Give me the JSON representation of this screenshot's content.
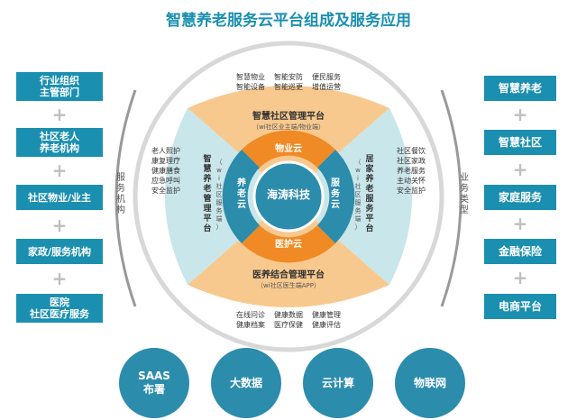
{
  "title": "智慧养老服务云平台组成及服务应用",
  "left_boxes": [
    {
      "label": "行业组织\n主管部门"
    },
    {
      "label": "社区老人\n养老机构"
    },
    {
      "label": "社区物业/业主"
    },
    {
      "label": "家政/服务机构"
    },
    {
      "label": "医院\n社区医疗服务"
    }
  ],
  "right_boxes": [
    {
      "label": "智慧养老"
    },
    {
      "label": "智慧社区"
    },
    {
      "label": "家庭服务"
    },
    {
      "label": "金融保险"
    },
    {
      "label": "电商平台"
    }
  ],
  "left_arc_label": "服务机构",
  "right_arc_label": "业务类型",
  "center": {
    "label": "海涛科技"
  },
  "inner_segments": {
    "top": "物业云",
    "left": "养老云",
    "right": "服务云",
    "bottom": "医护云"
  },
  "platforms": {
    "top": {
      "title": "智慧社区管理平台",
      "sub": "（wi社区业主端/物业端）"
    },
    "left": {
      "title": "智慧养老管理平台",
      "sub": "（wi社区服务端）"
    },
    "right": {
      "title": "居家养老服务平台",
      "sub": "（wi社区服务端）"
    },
    "bottom": {
      "title": "医养结合管理平台",
      "sub": "（wi社区医生端APP）"
    }
  },
  "services": {
    "top_left": [
      "智慧物业",
      "智能设备"
    ],
    "top_mid": [
      "智能安防",
      "智能巡更"
    ],
    "top_right": [
      "便民服务",
      "增值运营"
    ],
    "left": [
      "老人照护",
      "康复理疗",
      "健康膳食",
      "应急呼叫",
      "安全监护"
    ],
    "right": [
      "社区餐饮",
      "社区家政",
      "养老服务",
      "主动关怀",
      "安全监护"
    ],
    "bottom_left": [
      "在线问诊",
      "健康档案"
    ],
    "bottom_mid": [
      "健康数据",
      "医疗保健"
    ],
    "bottom_right": [
      "健康管理",
      "健康评估"
    ]
  },
  "bottom_circles": [
    {
      "label": "SAAS\n布署"
    },
    {
      "label": "大数据"
    },
    {
      "label": "云计算"
    },
    {
      "label": "物联网"
    }
  ],
  "colors": {
    "primary": "#1b8fb0",
    "orange": "#f08a24",
    "light_orange": "#f8c98e",
    "light_teal": "#c9e6ea",
    "ring_gray": "#d8d8d8",
    "center": "#2c8cac"
  }
}
